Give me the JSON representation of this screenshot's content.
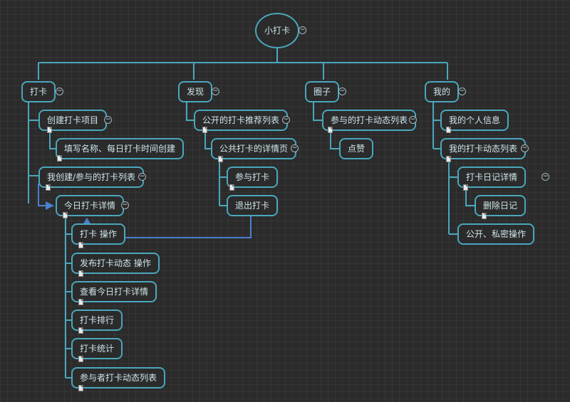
{
  "mindmap": {
    "root": {
      "label": "小打卡"
    },
    "branches": {
      "checkin": {
        "label": "打卡",
        "create_item": "创建打卡项目",
        "fill_info": "填写名称、每日打卡时间创建",
        "my_list": "我创建/参与的打卡列表",
        "today_detail": "今日打卡详情",
        "ops": [
          "打卡 操作",
          "发布打卡动态 操作",
          "查看今日打卡详情",
          "打卡排行",
          "打卡统计",
          "参与者打卡动态列表"
        ]
      },
      "discover": {
        "label": "发现",
        "public_list": "公开的打卡推荐列表",
        "public_detail": "公共打卡的详情页",
        "join": "参与打卡",
        "quit": "退出打卡"
      },
      "circle": {
        "label": "圈子",
        "feed": "参与的打卡动态列表",
        "like": "点赞"
      },
      "mine": {
        "label": "我的",
        "info": "我的个人信息",
        "my_feed": "我的打卡动态列表",
        "diary_detail": "打卡日记详情",
        "delete_diary": "删除日记",
        "privacy": "公开、私密操作"
      }
    },
    "colors": {
      "border": "#4aa7bd",
      "text": "#cfe6ec",
      "background": "#2b2b2b",
      "cross_link": "#4a7fd0"
    }
  }
}
